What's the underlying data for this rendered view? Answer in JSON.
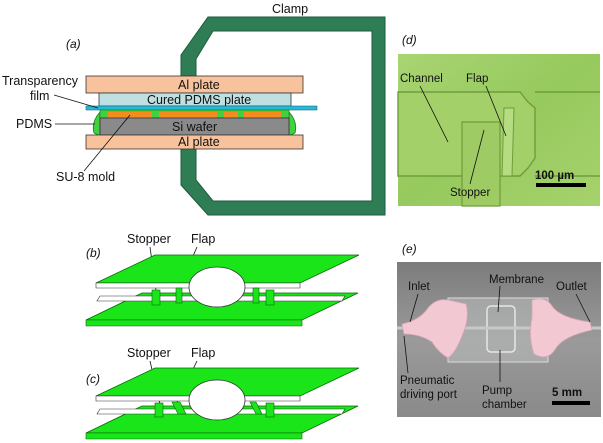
{
  "panels": {
    "a": "(a)",
    "b": "(b)",
    "c": "(c)",
    "d": "(d)",
    "e": "(e)"
  },
  "panel_a": {
    "clamp": "Clamp",
    "transparency_film_line1": "Transparency",
    "transparency_film_line2": "film",
    "pdms": "PDMS",
    "su8_mold": "SU-8 mold",
    "al_plate_top": "Al plate",
    "cured_pdms_plate": "Cured PDMS  plate",
    "si_wafer": "Si wafer",
    "al_plate_bottom": "Al plate"
  },
  "panel_b": {
    "stopper": "Stopper",
    "flap": "Flap"
  },
  "panel_c": {
    "stopper": "Stopper",
    "flap": "Flap"
  },
  "panel_d": {
    "channel": "Channel",
    "flap": "Flap",
    "stopper": "Stopper",
    "scale": "100 µm"
  },
  "panel_e": {
    "inlet": "Inlet",
    "membrane": "Membrane",
    "outlet": "Outlet",
    "pneumatic_line1": "Pneumatic",
    "pneumatic_line2": "driving port",
    "pump_line1": "Pump",
    "pump_line2": "chamber",
    "scale": "5 mm"
  },
  "colors": {
    "al_plate": "#f8c39c",
    "cured_pdms": "#bfe0e0",
    "film": "#29b7d8",
    "su8": "#f68c1e",
    "si_wafer": "#8a8a8a",
    "pdms": "#3fd13f",
    "clamp": "#2f7d55",
    "chip_green": "#19e519",
    "micro_bg": "#9fcf66",
    "photo_bg": "#8b8b8b"
  }
}
